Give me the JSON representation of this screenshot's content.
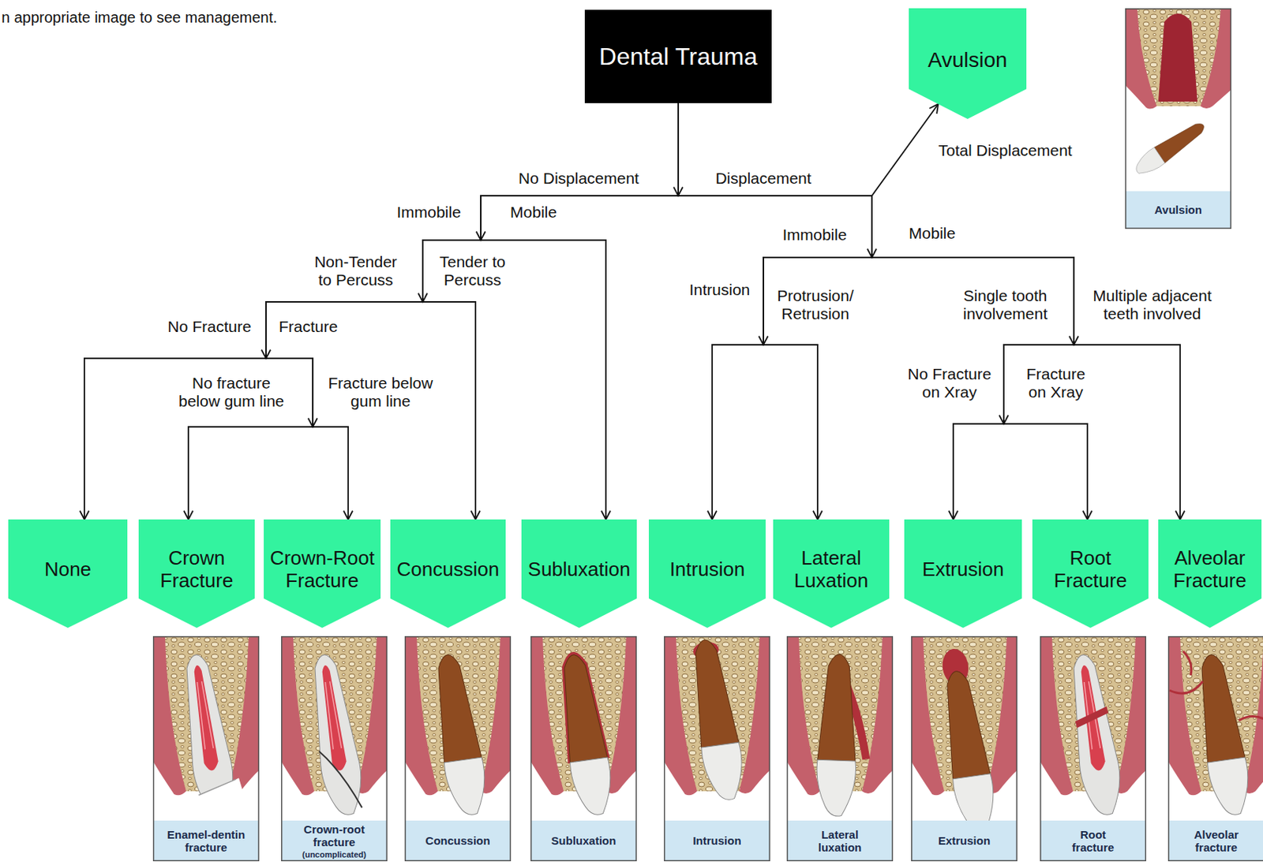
{
  "diagram": {
    "nodes": [
      {
        "text": [
          "Dental Trauma"
        ]
      },
      {
        "text": [
          "Avulsion"
        ]
      },
      {
        "text": [
          "None"
        ]
      },
      {
        "text": [
          "Crown Fracture"
        ]
      },
      {
        "text": [
          "Crown-Root Fracture"
        ]
      },
      {
        "text": [
          "Concussion"
        ]
      },
      {
        "text": [
          "Subluxation"
        ]
      },
      {
        "text": [
          "Intrusion"
        ]
      },
      {
        "text": [
          "Lateral Luxation"
        ]
      },
      {
        "text": [
          "Extrusion"
        ]
      },
      {
        "text": [
          "Root Fracture"
        ]
      },
      {
        "text": [
          "Alveolar Fracture"
        ]
      }
    ],
    "edges": [
      {
        "from": 0,
        "to": 1,
        "arrow": "to"
      },
      {
        "from": 0,
        "to": 2,
        "arrow": "to"
      },
      {
        "from": 0,
        "to": 3,
        "arrow": "to"
      },
      {
        "from": 0,
        "to": 4,
        "arrow": "to"
      },
      {
        "from": 0,
        "to": 5,
        "arrow": "to"
      },
      {
        "from": 0,
        "to": 6,
        "arrow": "to"
      },
      {
        "from": 0,
        "to": 7,
        "arrow": "to"
      },
      {
        "from": 0,
        "to": 8,
        "arrow": "to"
      },
      {
        "from": 0,
        "to": 9,
        "arrow": "to"
      },
      {
        "from": 0,
        "to": 10,
        "arrow": "to"
      },
      {
        "from": 0,
        "to": 11,
        "arrow": "to"
      }
    ],
    "labels": [
      "n appropriate image to see management.",
      "No Displacement",
      "Displacement",
      "Total Displacement",
      "Immobile",
      "Mobile",
      "Non-Tender to Percuss",
      "Tender to Percuss",
      "No Fracture",
      "Fracture",
      "No fracture below gum line",
      "Fracture below gum line",
      "Immobile",
      "Mobile",
      "Intrusion",
      "Protrusion/ Retrusion",
      "Single tooth involvement",
      "Multiple adjacent teeth involved",
      "No Fracture on Xray",
      "Fracture on Xray",
      "Avulsion",
      "Enamel-dentin fracture",
      "Crown-root fracture",
      "(uncomplicated)",
      "Concussion",
      "Subluxation",
      "Intrusion",
      "Lateral luxation",
      "Extrusion",
      "Root fracture",
      "Alveolar fracture"
    ]
  }
}
